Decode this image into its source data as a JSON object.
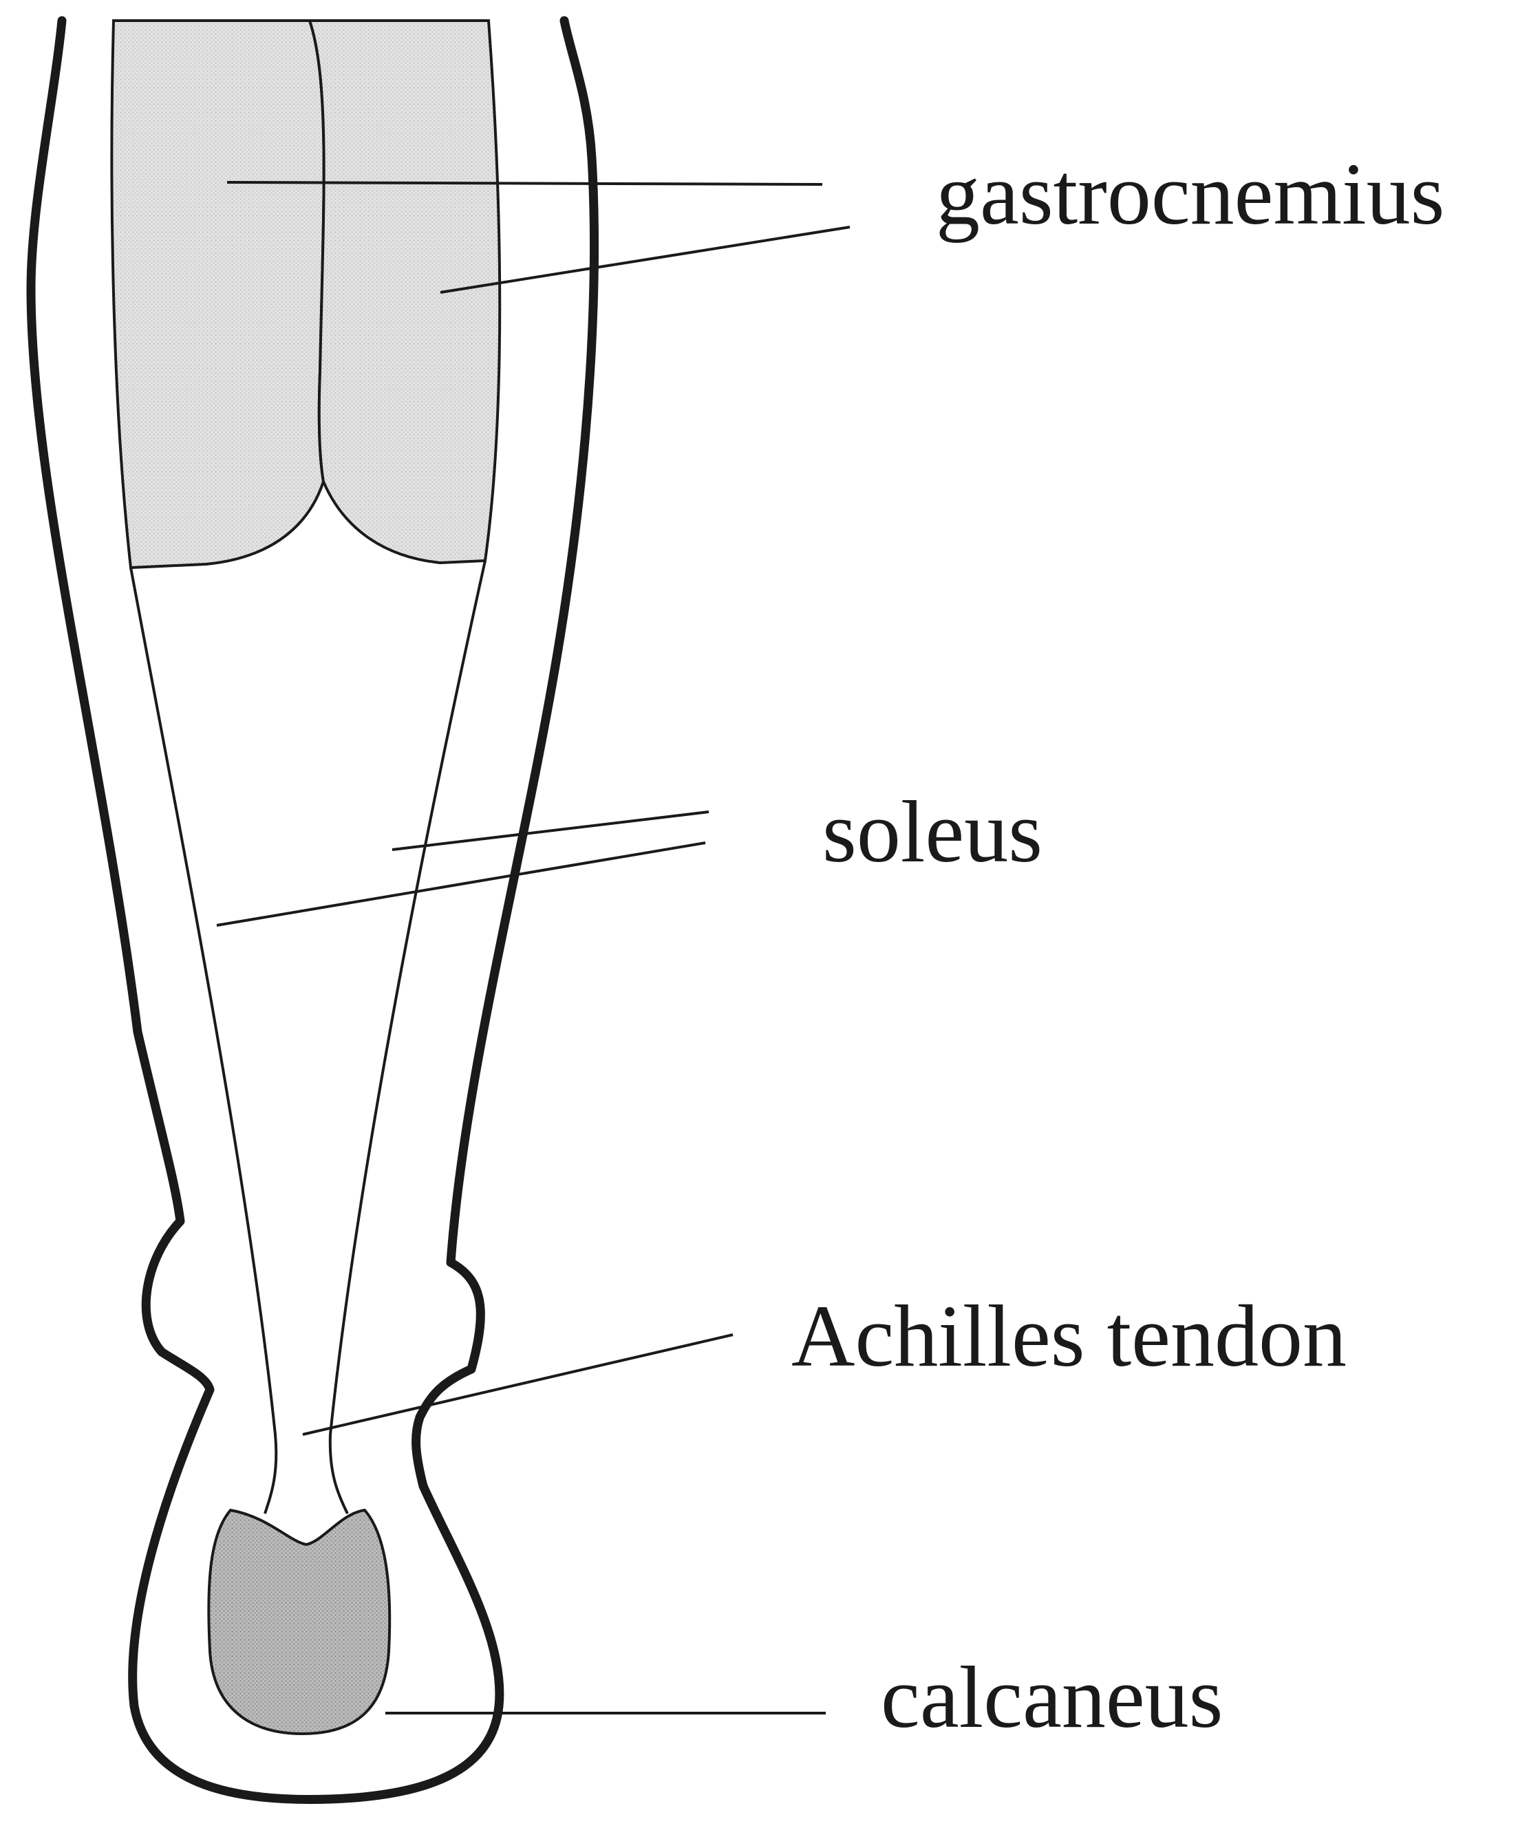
{
  "diagram": {
    "labels": {
      "gastrocnemius": "gastrocnemius",
      "soleus": "soleus",
      "achilles": "Achilles tendon",
      "calcaneus": "calcaneus"
    },
    "colors": {
      "line": "#1a1a1a",
      "muscle_fill": "#dcdcdc",
      "bone_fill": "#b4b4b4",
      "background": "#ffffff"
    }
  }
}
